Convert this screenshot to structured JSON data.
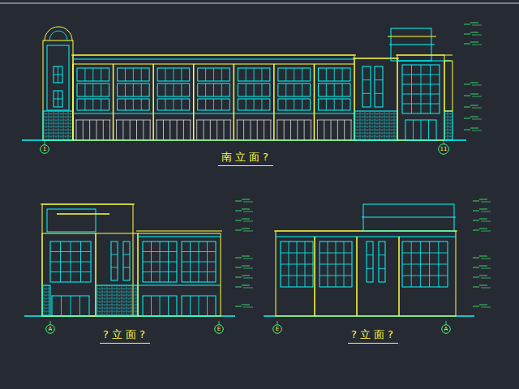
{
  "diagram": {
    "nodes": [
      {
        "text": [
          "1"
        ]
      },
      {
        "text": [
          "11"
        ]
      },
      {
        "text": [
          "A"
        ]
      },
      {
        "text": [
          "E"
        ]
      },
      {
        "text": [
          "E"
        ]
      },
      {
        "text": [
          "A"
        ]
      }
    ],
    "labels": [
      "南立面?",
      "?立面?",
      "?立面?"
    ]
  }
}
